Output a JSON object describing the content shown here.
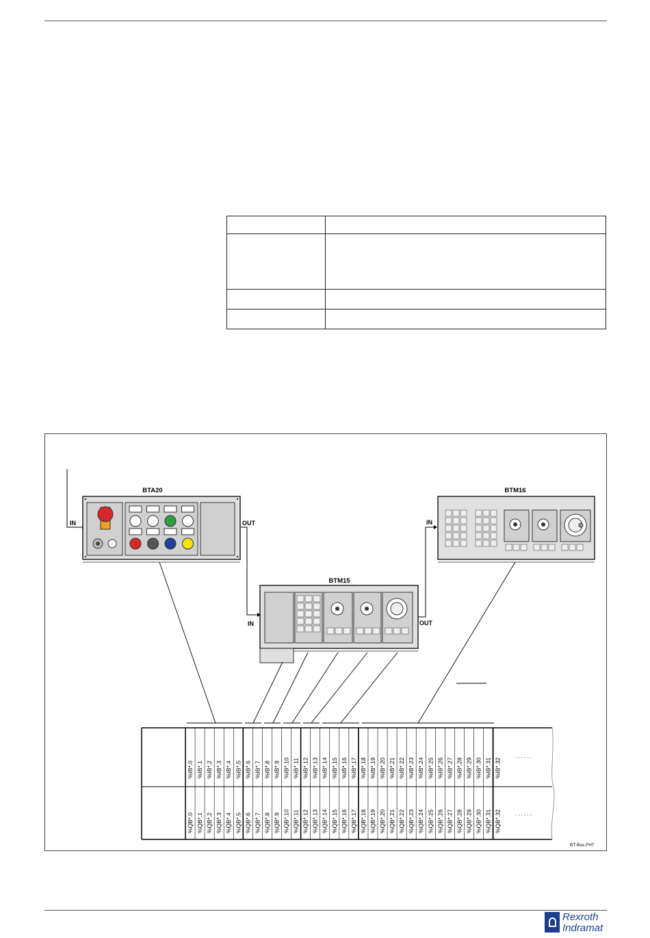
{
  "page": {
    "figure_id": "BT-Bus.FH7",
    "logo": {
      "line1": "Rexroth",
      "line2": "Indramat"
    }
  },
  "diagram": {
    "modules": {
      "bta20": {
        "name": "BTA20",
        "in": "IN",
        "out": "OUT"
      },
      "btm15": {
        "name": "BTM15",
        "in": "IN",
        "out": "OUT"
      },
      "btm16": {
        "name": "BTM16",
        "in": "IN"
      }
    },
    "inputs": [
      "%IB*.0",
      "%IB*.1",
      "%IB*.2",
      "%IB*.3",
      "%IB*.4",
      "%IB*.5",
      "%IB*.6",
      "%IB*.7",
      "%IB*.8",
      "%IB*.9",
      "%IB*.10",
      "%IB*.11",
      "%IB*.12",
      "%IB*.13",
      "%IB*.14",
      "%IB*.15",
      "%IB*.16",
      "%IB*.17",
      "%IB*.18",
      "%IB*.19",
      "%IB*.20",
      "%IB*.21",
      "%IB*.22",
      "%IB*.23",
      "%IB*.24",
      "%IB*.25",
      "%IB*.26",
      "%IB*.27",
      "%IB*.28",
      "%IB*.29",
      "%IB*.30",
      "%IB*.31",
      "%IB*.32"
    ],
    "outputs": [
      "%QB*.0",
      "%QB*.1",
      "%QB*.2",
      "%QB*.3",
      "%QB*.4",
      "%QB*.5",
      "%QB*.6",
      "%QB*.7",
      "%QB*.8",
      "%QB*.9",
      "%QB*.10",
      "%QB*.11",
      "%QB*.12",
      "%QB*.13",
      "%QB*.14",
      "%QB*.15",
      "%QB*.16",
      "%QB*.17",
      "%QB*.18",
      "%QB*.19",
      "%QB*.20",
      "%QB*.21",
      "%QB*.22",
      "%QB*.23",
      "%QB*.24",
      "%QB*.25",
      "%QB*.26",
      "%QB*.27",
      "%QB*.28",
      "%QB*.29",
      "%QB*.30",
      "%QB*.31",
      "%QB*.32"
    ],
    "ellipsis": ". . . . . .",
    "colors": {
      "red": "#d8262b",
      "green": "#2f9e40",
      "blue": "#1f3f9e",
      "yellow": "#f2e600",
      "orange": "#f0a020",
      "panel": "#e0e0e0",
      "panel_inner": "#cfcfcf"
    }
  }
}
